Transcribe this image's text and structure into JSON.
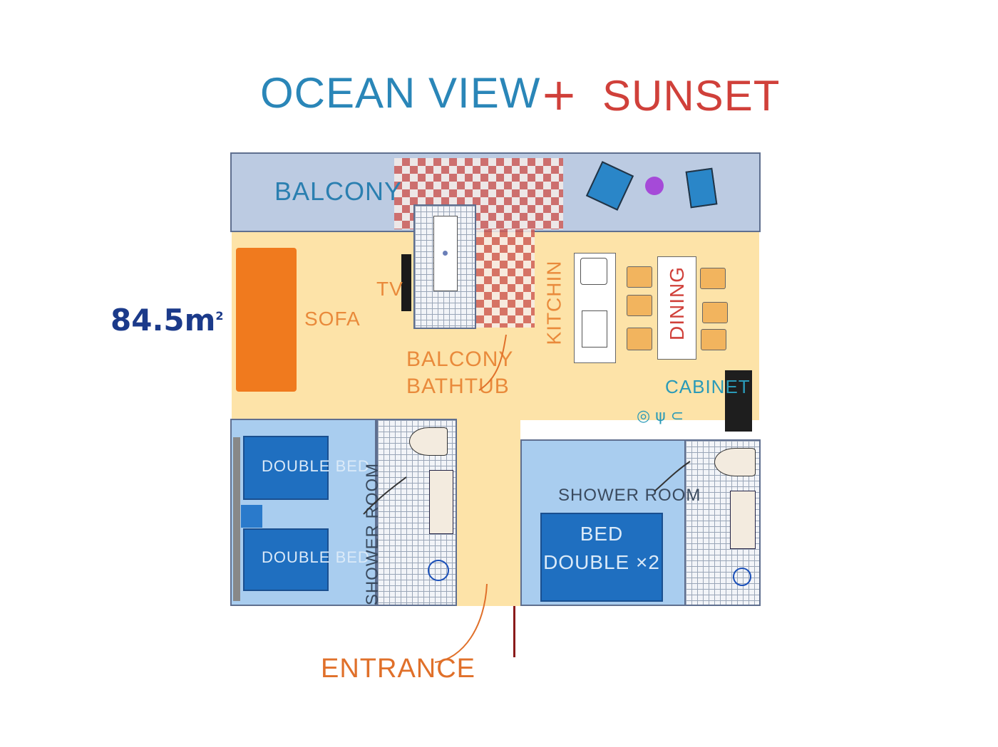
{
  "title": {
    "part1": "OCEAN VIEW",
    "plus": "+",
    "part2": "SUNSET"
  },
  "area": {
    "value": "84.5m",
    "unit_sup": "2"
  },
  "rooms": {
    "balcony": "BALCONY",
    "sofa": "SOFA",
    "tv": "TV",
    "kitchen": "KITCHIN",
    "dining": "DINING",
    "cabinet": "CABINET",
    "bathtub_line1": "BALCONY",
    "bathtub_line2": "BATHTUB",
    "bed_left_1": "DOUBLE BED",
    "bed_left_2": "DOUBLE BED",
    "shower_left": "SHOWER ROOM",
    "shower_right": "SHOWER ROOM",
    "bed_right_line1": "BED",
    "bed_right_line2": "DOUBLE ×2",
    "entrance": "ENTRANCE"
  },
  "colors": {
    "title_blue": "#2a86b8",
    "title_red": "#d0403a",
    "area_navy": "#1b3a8a",
    "living": "#fde3a8",
    "bedroom": "#a9cdef",
    "sofa": "#f07a1e"
  }
}
